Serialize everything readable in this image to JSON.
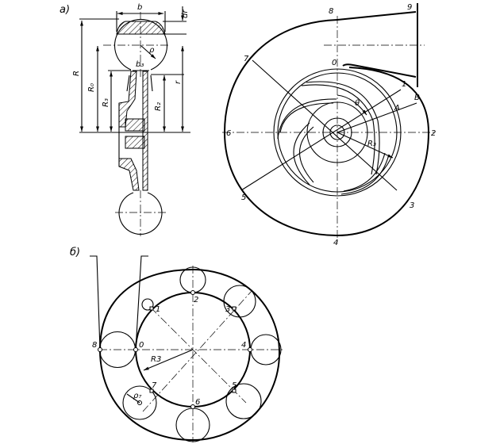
{
  "figure_a": {
    "panel_label": "a)",
    "section_labels": {
      "b": "b",
      "dr": "dr",
      "rho": "ρ",
      "b3": "b₃",
      "R": "R",
      "R0": "R₀",
      "R3": "R₃",
      "R2": "R₂",
      "r": "r"
    },
    "plan_labels": {
      "p0": "0",
      "p1": "1",
      "p2": "2",
      "p3": "3",
      "p4": "4",
      "p5": "5",
      "p6": "6",
      "p7": "7",
      "p8": "8",
      "p9": "9",
      "A": "A",
      "B": "B",
      "theta": "θ",
      "R3": "R₃"
    }
  },
  "figure_b": {
    "panel_label": "б)",
    "labels": {
      "p0": "0",
      "p1": "1",
      "p2": "2",
      "p3": "3",
      "p4": "4",
      "p5": "5",
      "p6": "6",
      "p7": "7",
      "p8": "8",
      "R3": "R3",
      "rho7": "ρ₇"
    }
  }
}
